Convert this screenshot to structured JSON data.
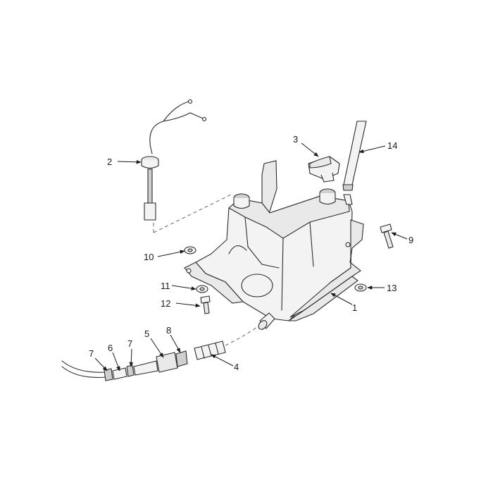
{
  "diagram": {
    "callouts": [
      {
        "id": "1",
        "label": "1"
      },
      {
        "id": "2",
        "label": "2"
      },
      {
        "id": "3",
        "label": "3"
      },
      {
        "id": "4",
        "label": "4"
      },
      {
        "id": "5",
        "label": "5"
      },
      {
        "id": "6",
        "label": "6"
      },
      {
        "id": "7a",
        "label": "7"
      },
      {
        "id": "7b",
        "label": "7"
      },
      {
        "id": "8",
        "label": "8"
      },
      {
        "id": "9",
        "label": "9"
      },
      {
        "id": "10",
        "label": "10"
      },
      {
        "id": "11",
        "label": "11"
      },
      {
        "id": "12",
        "label": "12"
      },
      {
        "id": "13",
        "label": "13"
      },
      {
        "id": "14",
        "label": "14"
      }
    ]
  }
}
